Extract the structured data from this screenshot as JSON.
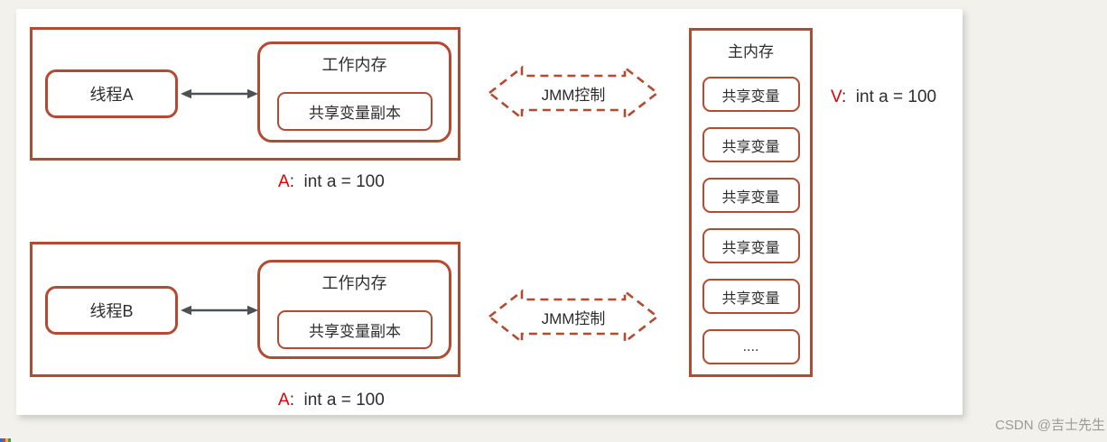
{
  "colors": {
    "brick": "#b44a32",
    "accent_red": "#e00000",
    "arrow_gray": "#4d5154",
    "text_dark": "#2e2e2e",
    "page_bg": "#f2f1ec",
    "panel_bg": "#ffffff",
    "watermark_gray": "#9c9c94"
  },
  "group_a": {
    "thread_label": "线程A",
    "work_memory_title": "工作内存",
    "shared_copy_label": "共享变量副本",
    "annotation_letter": "A",
    "annotation_rest": ":  int a = 100"
  },
  "group_b": {
    "thread_label": "线程B",
    "work_memory_title": "工作内存",
    "shared_copy_label": "共享变量副本",
    "annotation_letter": "A",
    "annotation_rest": ":  int a = 100"
  },
  "jmm_top": {
    "label": "JMM控制"
  },
  "jmm_bottom": {
    "label": "JMM控制"
  },
  "main_memory": {
    "title": "主内存",
    "slots": [
      "共享变量",
      "共享变量",
      "共享变量",
      "共享变量",
      "共享变量",
      "...."
    ]
  },
  "v_annotation": {
    "letter": "V",
    "rest": ":  int a = 100"
  },
  "watermark": "CSDN @吉士先生"
}
